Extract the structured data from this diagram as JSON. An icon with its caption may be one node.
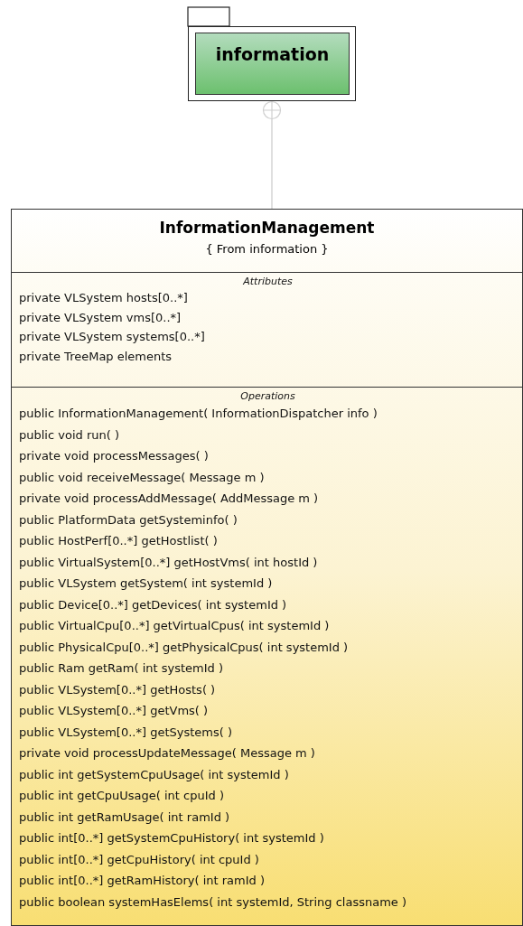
{
  "diagram": {
    "nodes": [
      {
        "text": [
          "information"
        ]
      },
      {
        "text": [
          "InformationManagement",
          "{ From information }"
        ]
      },
      {
        "text": [
          "Attributes",
          "private VLSystem hosts[0..*]",
          "private VLSystem vms[0..*]",
          "private VLSystem systems[0..*]",
          "private TreeMap elements"
        ],
        "in": 1
      },
      {
        "text": [
          "Operations",
          "public InformationManagement( InformationDispatcher info )",
          "public void run( )",
          "private void processMessages( )",
          "public void receiveMessage( Message m )",
          "private void processAddMessage( AddMessage m )",
          "public PlatformData getSysteminfo( )",
          "public HostPerf[0..*] getHostlist( )",
          "public VirtualSystem[0..*] getHostVms( int hostId )",
          "public VLSystem getSystem( int systemId )",
          "public Device[0..*] getDevices( int systemId )",
          "public VirtualCpu[0..*] getVirtualCpus( int systemId )",
          "public PhysicalCpu[0..*] getPhysicalCpus( int systemId )",
          "public Ram getRam( int systemId )",
          "public VLSystem[0..*] getHosts( )",
          "public VLSystem[0..*] getVms( )",
          "public VLSystem[0..*] getSystems( )",
          "private void processUpdateMessage( Message m )",
          "public int getSystemCpuUsage( int systemId )",
          "public int getCpuUsage( int cpuId )",
          "public int getRamUsage( int ramId )",
          "public int[0..*] getSystemCpuHistory( int systemId )",
          "public int[0..*] getCpuHistory( int cpuId )",
          "public int[0..*] getRamHistory( int ramId )",
          "public boolean systemHasElems( int systemId, String classname )"
        ],
        "in": 1
      }
    ],
    "edges": [
      {
        "from": 1,
        "to": 0,
        "arrow": "other"
      }
    ]
  }
}
